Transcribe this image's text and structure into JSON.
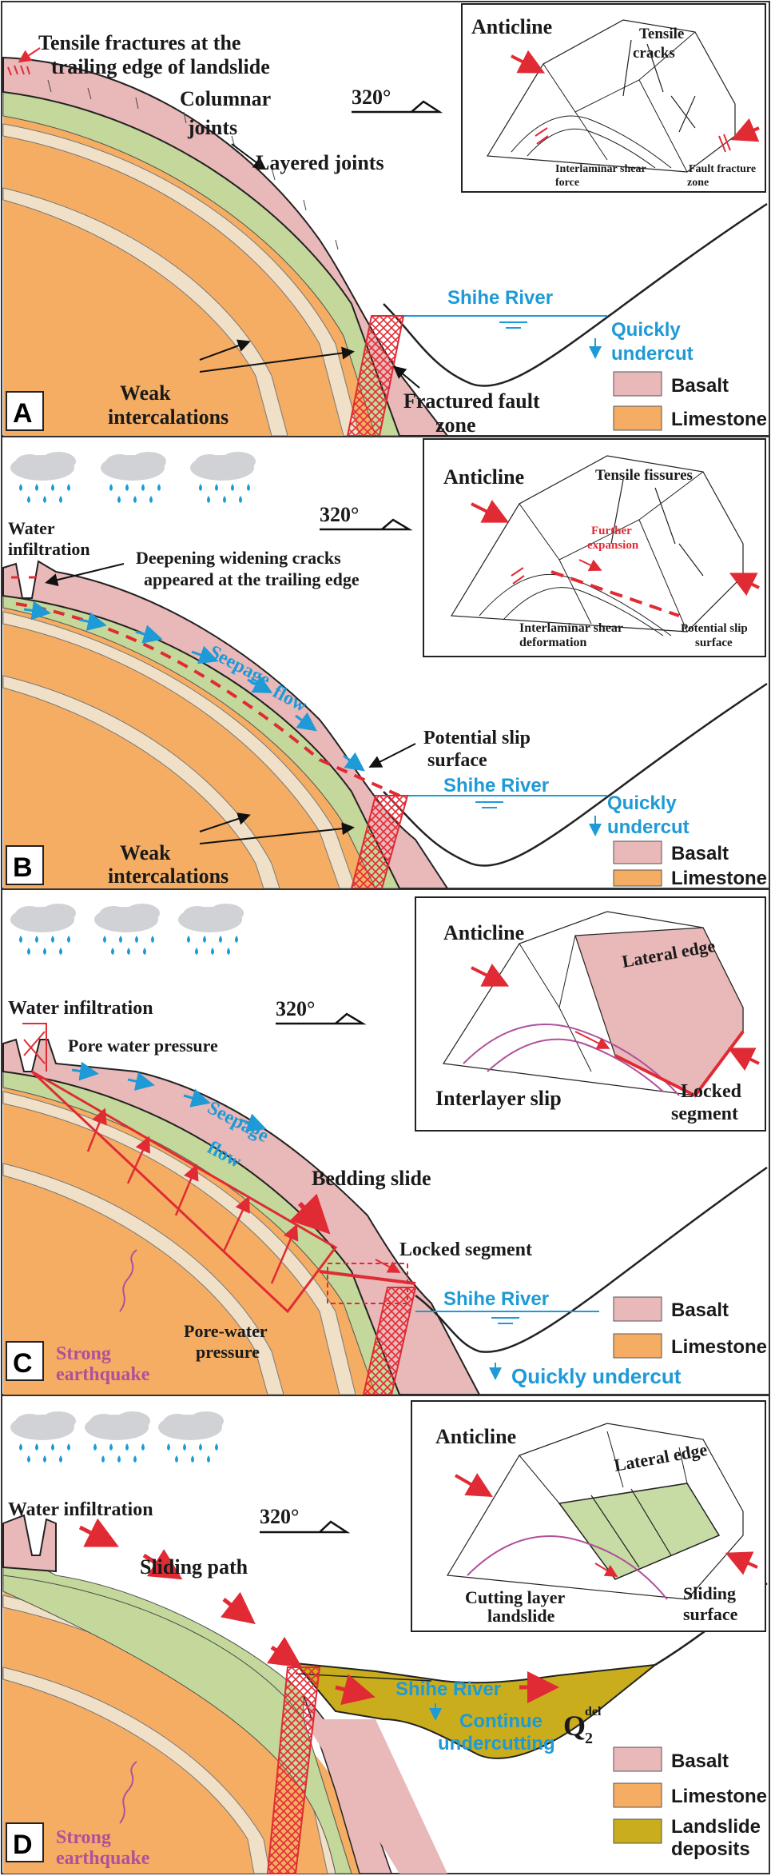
{
  "panels": [
    {
      "tag": "A",
      "labels": {
        "tensile_trailing_1": "Tensile fractures at the",
        "tensile_trailing_2": "trailing edge of landslide",
        "columnar_1": "Columnar",
        "columnar_2": "joints",
        "layered": "Layered joints",
        "weak_1": "Weak",
        "weak_2": "intercalations",
        "fault_1": "Fractured fault",
        "fault_2": "zone",
        "river": "Shihe River",
        "undercut_1": "Quickly",
        "undercut_2": "undercut",
        "direction": "320°"
      },
      "inset": {
        "title": "Anticline",
        "crack_1": "Tensile",
        "crack_2": "cracks",
        "left_1": "Interlaminar shear",
        "left_2": "force",
        "right_1": "Fault fracture",
        "right_2": "zone"
      },
      "legend": [
        "Basalt",
        "Limestone"
      ]
    },
    {
      "tag": "B",
      "labels": {
        "water_1": "Water",
        "water_2": "infiltration",
        "deep_1": "Deepening widening cracks",
        "deep_2": "appeared at the trailing edge",
        "seepage_1": "Seepage",
        "seepage_2": "flow",
        "slip_1": "Potential slip",
        "slip_2": "surface",
        "weak_1": "Weak",
        "weak_2": "intercalations",
        "river": "Shihe River",
        "undercut_1": "Quickly",
        "undercut_2": "undercut",
        "direction": "320°"
      },
      "inset": {
        "title": "Anticline",
        "crack": "Tensile fissures",
        "further_1": "Further",
        "further_2": "expansion",
        "left_1": "Interlaminar shear",
        "left_2": "deformation",
        "right_1": "Potential slip",
        "right_2": "surface"
      },
      "legend": [
        "Basalt",
        "Limestone"
      ]
    },
    {
      "tag": "C",
      "labels": {
        "water": "Water infiltration",
        "pore_top": "Pore water pressure",
        "seepage_1": "Seepage",
        "seepage_2": "flow",
        "bedding": "Bedding slide",
        "locked": "Locked segment",
        "river": "Shihe River",
        "undercut": "Quickly undercut",
        "pore_1": "Pore-water",
        "pore_2": "pressure",
        "quake_1": "Strong",
        "quake_2": "earthquake",
        "direction": "320°"
      },
      "inset": {
        "title": "Anticline",
        "lateral": "Lateral edge",
        "left": "Interlayer slip",
        "right_1": "Locked",
        "right_2": "segment"
      },
      "legend": [
        "Basalt",
        "Limestone"
      ]
    },
    {
      "tag": "D",
      "labels": {
        "water": "Water infiltration",
        "path": "Sliding path",
        "river": "Shihe River",
        "continue_1": "Continue",
        "continue_2": "undercutting",
        "q": "Q",
        "q_sub": "2",
        "q_sup": "del",
        "quake_1": "Strong",
        "quake_2": "earthquake",
        "direction": "320°"
      },
      "inset": {
        "title": "Anticline",
        "lateral": "Lateral edge",
        "left_1": "Cutting layer",
        "left_2": "landslide",
        "right_1": "Sliding",
        "right_2": "surface"
      },
      "legend": [
        "Basalt",
        "Limestone",
        "Landslide",
        "deposits"
      ]
    }
  ],
  "colors": {
    "basalt": "#e9b8b9",
    "limestone": "#f5ad63",
    "green_layer": "#c3d89a",
    "weak_layer": "#f1e0c8",
    "deposit": "#c9ad1c",
    "river_blue": "#1e9ad6",
    "red": "#e02b35",
    "inset_green": "#c7dca4"
  }
}
